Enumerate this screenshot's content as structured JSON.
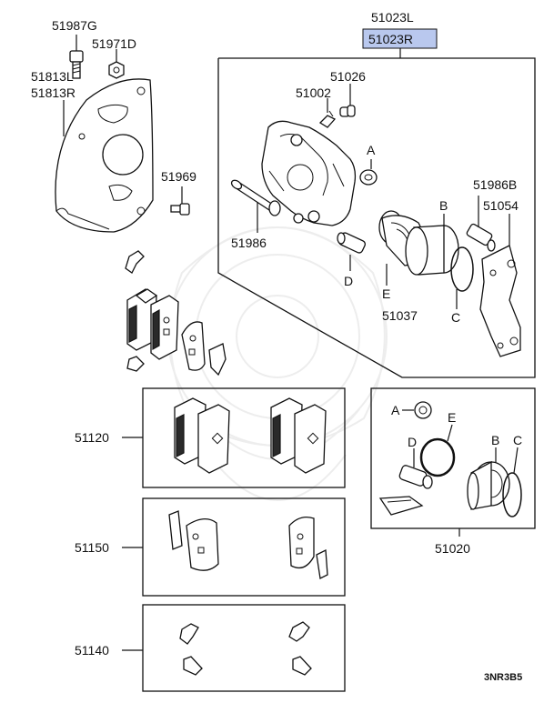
{
  "labels": {
    "p51987G": "51987G",
    "p51971D": "51971D",
    "p51813L": "51813L",
    "p51813R": "51813R",
    "p51969": "51969",
    "p51023L": "51023L",
    "p51023R": "51023R",
    "p51026": "51026",
    "p51002": "51002",
    "p51986": "51986",
    "p51986B": "51986B",
    "p51054": "51054",
    "p51037": "51037",
    "p51120": "51120",
    "p51150": "51150",
    "p51140": "51140",
    "p51020": "51020",
    "callout_a": "A",
    "callout_b": "B",
    "callout_c": "C",
    "callout_d": "D",
    "callout_e": "E",
    "diagram_code": "3NR3B5"
  },
  "colors": {
    "highlight": "#b9c8ee",
    "ink": "#111111"
  }
}
